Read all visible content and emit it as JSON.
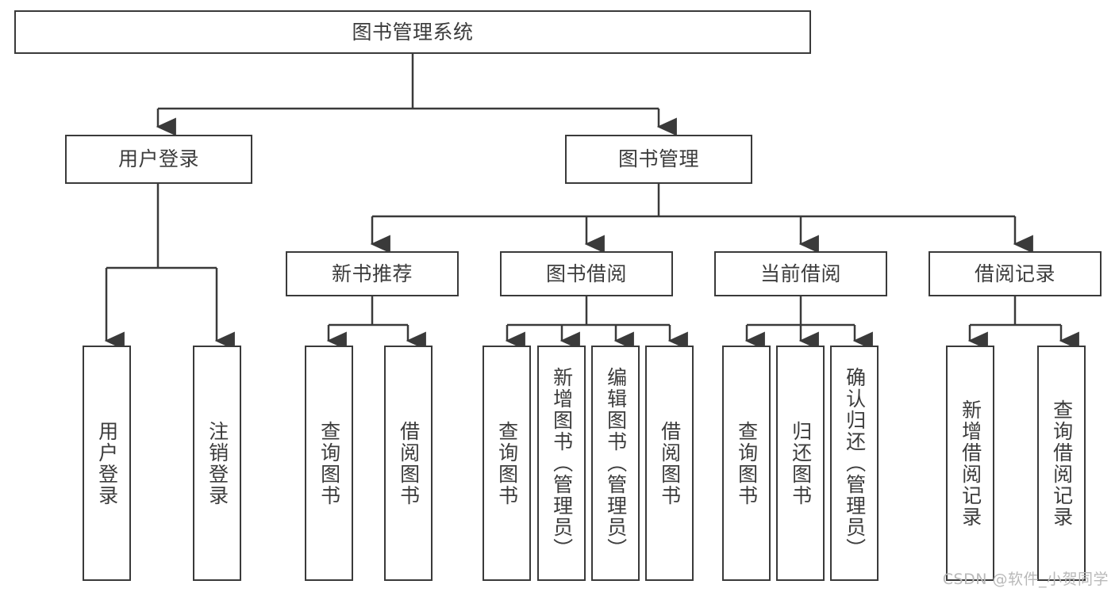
{
  "diagram": {
    "type": "tree-hierarchy-chart",
    "title": "图书管理系统",
    "line_color": "#3a3a3a",
    "box_fill": "#ffffff",
    "text_color": "#3c3c3c",
    "watermark": "CSDN @软件_小贺同学",
    "nodes": {
      "root": {
        "label": "图书管理系统"
      },
      "level2": [
        {
          "id": "user-login",
          "label": "用户登录"
        },
        {
          "id": "book-manage",
          "label": "图书管理"
        }
      ],
      "level3": [
        {
          "id": "new-book-recommend",
          "label": "新书推荐"
        },
        {
          "id": "book-borrow",
          "label": "图书借阅"
        },
        {
          "id": "current-borrow",
          "label": "当前借阅"
        },
        {
          "id": "borrow-record",
          "label": "借阅记录"
        }
      ],
      "leaves": {
        "user_login": [
          {
            "id": "leaf-user-login",
            "label": "用户登录"
          },
          {
            "id": "leaf-logout-login",
            "label": "注销登录"
          }
        ],
        "new_book_recommend": [
          {
            "id": "leaf-query-book-1",
            "label": "查询图书"
          },
          {
            "id": "leaf-borrow-book-1",
            "label": "借阅图书"
          }
        ],
        "book_borrow": [
          {
            "id": "leaf-query-book-2",
            "label": "查询图书"
          },
          {
            "id": "leaf-add-book",
            "label": "新增图书（管理员）"
          },
          {
            "id": "leaf-edit-book",
            "label": "编辑图书（管理员）"
          },
          {
            "id": "leaf-borrow-book-2",
            "label": "借阅图书"
          }
        ],
        "current_borrow": [
          {
            "id": "leaf-query-book-3",
            "label": "查询图书"
          },
          {
            "id": "leaf-return-book",
            "label": "归还图书"
          },
          {
            "id": "leaf-confirm-return",
            "label": "确认归还（管理员）"
          }
        ],
        "borrow_record": [
          {
            "id": "leaf-add-record",
            "label": "新增借阅记录"
          },
          {
            "id": "leaf-query-record",
            "label": "查询借阅记录"
          }
        ]
      }
    }
  }
}
